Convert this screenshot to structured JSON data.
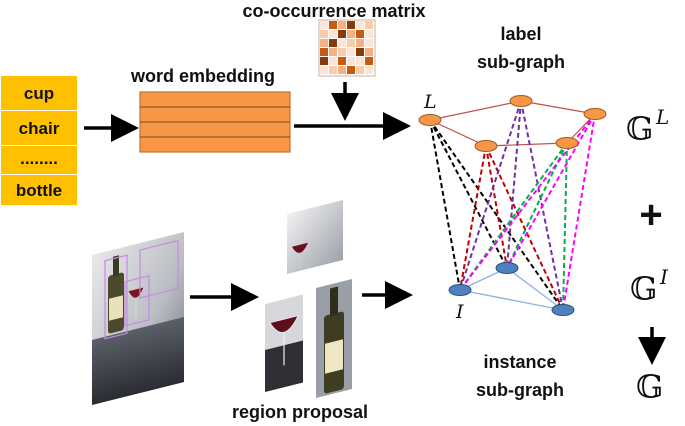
{
  "labels": {
    "cooccurrence": "co-occurrence matrix",
    "word_embedding": "word embedding",
    "label_subgraph_1": "label",
    "label_subgraph_2": "sub-graph",
    "instance_subgraph_1": "instance",
    "instance_subgraph_2": "sub-graph",
    "region_proposal": "region proposal"
  },
  "words": [
    "cup",
    "chair",
    "........",
    "bottle"
  ],
  "node_letters": {
    "label": "L",
    "instance": "I"
  },
  "equation": {
    "g_label": "𝔾",
    "sup_label": "L",
    "plus": "+",
    "g_instance": "𝔾",
    "sup_instance": "I",
    "g_result": "𝔾"
  },
  "colors": {
    "word_box": "#FFC000",
    "embedding": "#F79646",
    "label_node": "#F79646",
    "instance_node": "#4F81BD",
    "label_edge": "#C0504D",
    "instance_edge": "#8DB4E2",
    "cross_edges": [
      "#000000",
      "#C00000",
      "#7030A0",
      "#00B050",
      "#FF00FF"
    ]
  }
}
